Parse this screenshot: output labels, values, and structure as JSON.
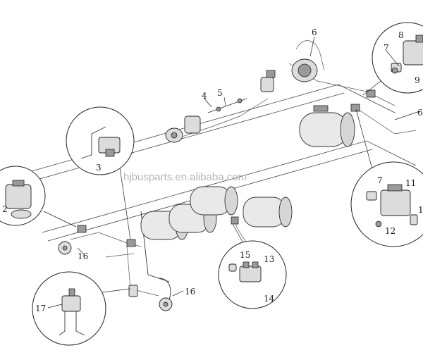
{
  "watermark": "hjbusparts.en.alibaba.com",
  "callouts": {
    "n1": "1",
    "n2": "2",
    "n3": "3",
    "n4": "4",
    "n5": "5",
    "n6a": "6",
    "n6b": "6",
    "n7a": "7",
    "n7b": "7",
    "n8": "8",
    "n9": "9",
    "n11": "11",
    "n12": "12",
    "n13": "13",
    "n14": "14",
    "n15": "15",
    "n16a": "16",
    "n16b": "16",
    "n17": "17"
  }
}
